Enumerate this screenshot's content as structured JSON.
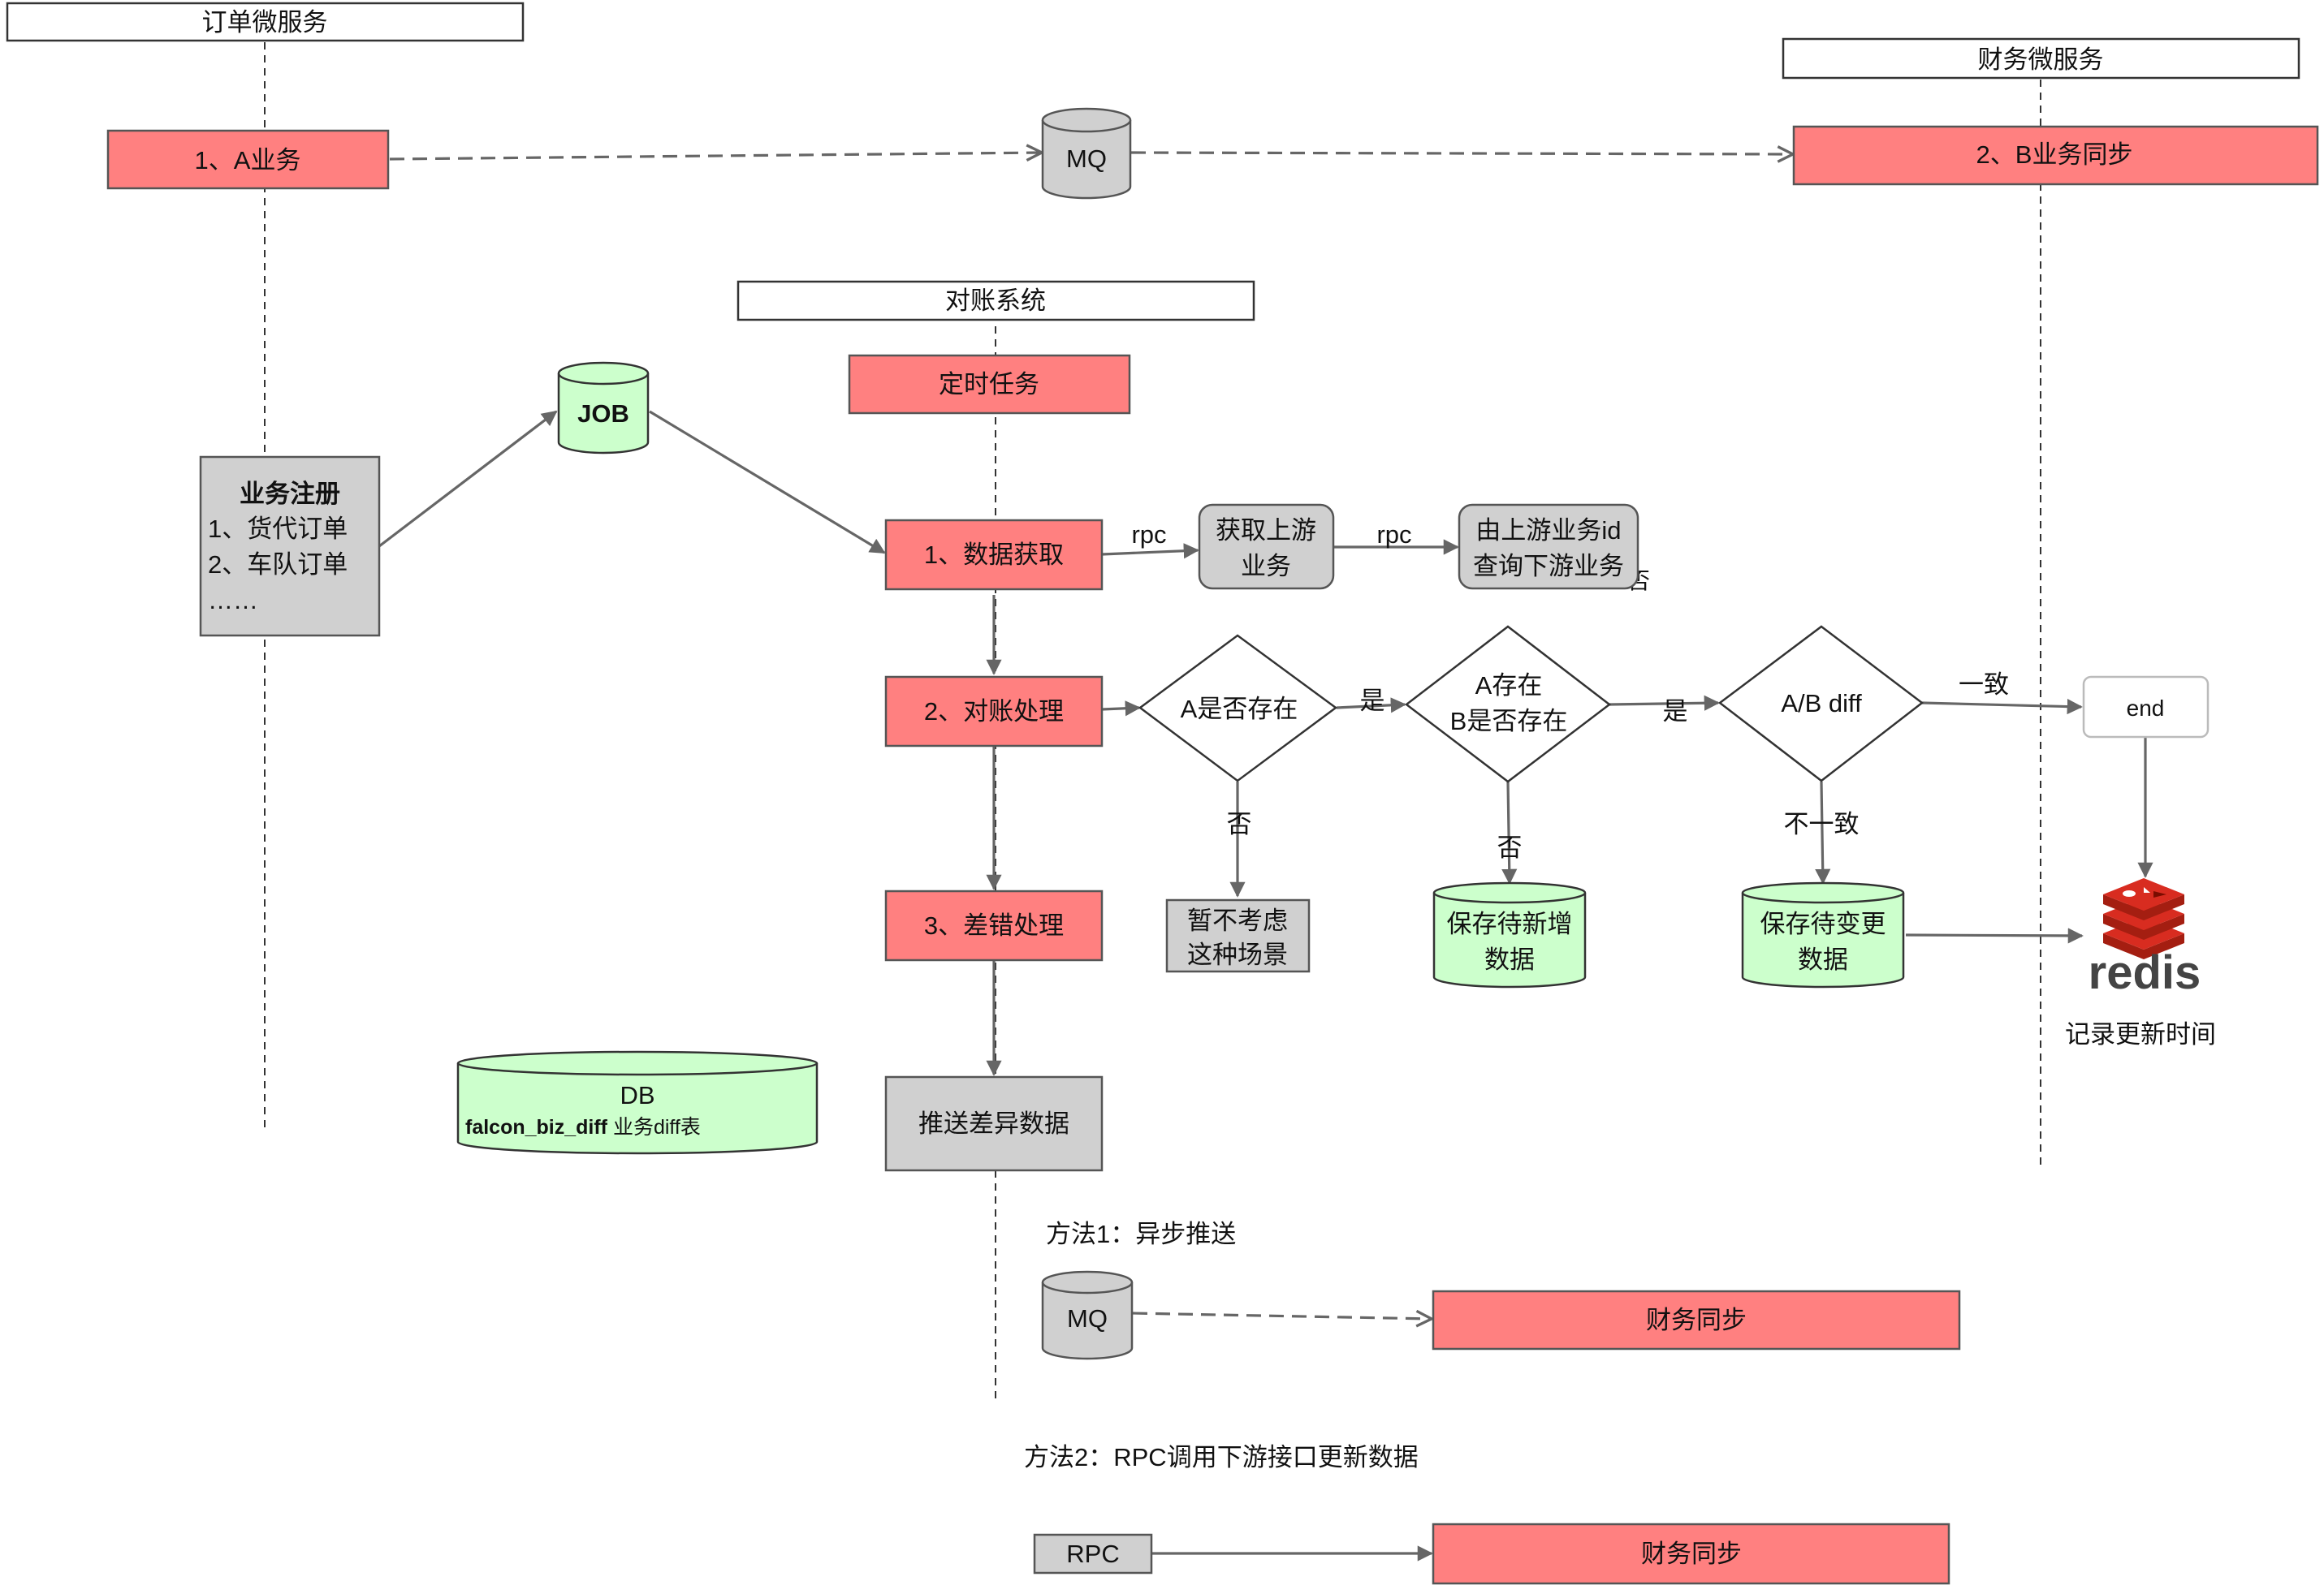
{
  "lanes": {
    "order_service": "订单微服务",
    "finance_service": "财务微服务",
    "reconcile_system": "对账系统"
  },
  "nodes": {
    "a_business": "1、A业务",
    "mq_top": "MQ",
    "b_sync": "2、B业务同步",
    "scheduled_task": "定时任务",
    "job": "JOB",
    "biz_register_title": "业务注册",
    "biz_register_line1": "1、货代订单",
    "biz_register_line2": "2、车队订单",
    "biz_register_line3": "……",
    "fetch_data": "1、数据获取",
    "get_upstream_line1": "获取上游",
    "get_upstream_line2": "业务",
    "query_downstream_line1": "由上游业务id",
    "query_downstream_line2": "查询下游业务",
    "reconcile": "2、对账处理",
    "a_exists": "A是否存在",
    "ab_exists_line1": "A存在",
    "ab_exists_line2": "B是否存在",
    "ab_diff": "A/B diff",
    "end": "end",
    "not_considered_line1": "暂不考虑",
    "not_considered_line2": "这种场景",
    "save_new_line1": "保存待新增",
    "save_new_line2": "数据",
    "save_change_line1": "保存待变更",
    "save_change_line2": "数据",
    "redis_logo": "redis",
    "redis_caption": "记录更新时间",
    "error_handling": "3、差错处理",
    "db_title": "DB",
    "db_table_name": "falcon_biz_diff",
    "db_table_desc": " 业务diff表",
    "push_diff": "推送差异数据",
    "method1": "方法1：异步推送",
    "mq_bottom": "MQ",
    "finance_sync_1": "财务同步",
    "method2": "方法2：RPC调用下游接口更新数据",
    "rpc": "RPC",
    "finance_sync_2": "财务同步"
  },
  "edge_labels": {
    "rpc_1": "rpc",
    "rpc_2": "rpc",
    "no_overlap": "否",
    "yes_1": "是",
    "no_1": "否",
    "yes_2": "是",
    "no_2": "否",
    "consistent": "一致",
    "inconsistent": "不一致"
  },
  "colors": {
    "process_red": "#ff8080",
    "neutral_gray": "#d0d0d0",
    "storage_green": "#ccffcc",
    "redis_red": "#d82c20",
    "redis_text": "#444444"
  }
}
